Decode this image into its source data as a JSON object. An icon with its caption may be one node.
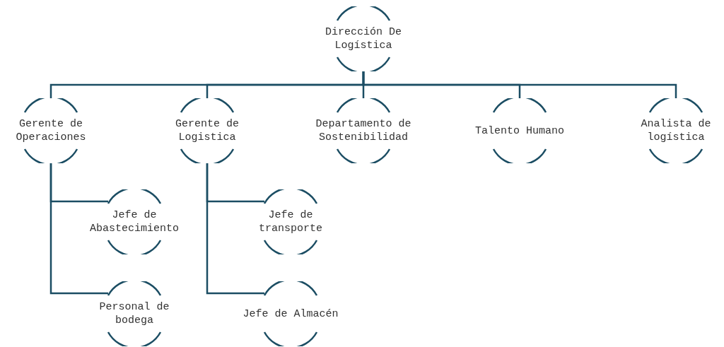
{
  "diagram": {
    "nodes": [
      {
        "text": [
          "Dirección De Logística"
        ]
      },
      {
        "text": [
          "Gerente de Operaciones"
        ]
      },
      {
        "text": [
          "Gerente de Logistica"
        ]
      },
      {
        "text": [
          "Departamento de Sostenibilidad"
        ]
      },
      {
        "text": [
          "Talento Humano"
        ]
      },
      {
        "text": [
          "Analista de logística"
        ]
      },
      {
        "text": [
          "Jefe de Abastecimiento"
        ]
      },
      {
        "text": [
          "Personal de bodega"
        ]
      },
      {
        "text": [
          "Jefe de transporte"
        ]
      },
      {
        "text": [
          "Jefe de Almacén"
        ]
      }
    ],
    "edges": [
      {
        "from": 0,
        "to": 1,
        "arrow": "none"
      },
      {
        "from": 0,
        "to": 2,
        "arrow": "none"
      },
      {
        "from": 0,
        "to": 3,
        "arrow": "none"
      },
      {
        "from": 0,
        "to": 4,
        "arrow": "none"
      },
      {
        "from": 0,
        "to": 5,
        "arrow": "none"
      },
      {
        "from": 1,
        "to": 6,
        "arrow": "none"
      },
      {
        "from": 1,
        "to": 7,
        "arrow": "none"
      },
      {
        "from": 2,
        "to": 8,
        "arrow": "none"
      },
      {
        "from": 2,
        "to": 9,
        "arrow": "none"
      }
    ]
  }
}
